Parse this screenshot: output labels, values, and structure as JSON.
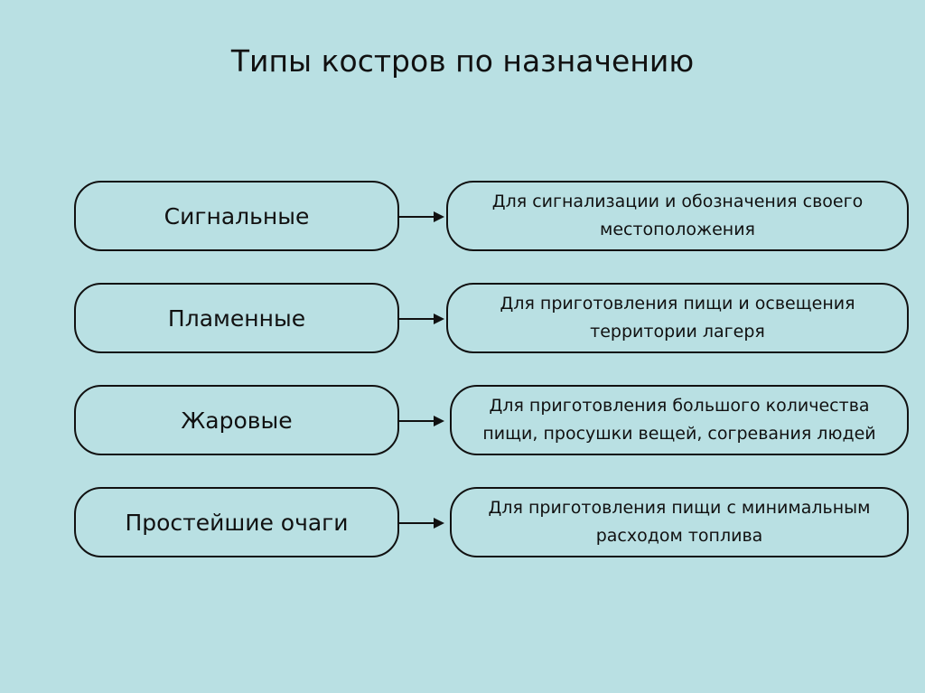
{
  "title": "Типы костров по назначению",
  "rows": [
    {
      "type": "Сигнальные",
      "purpose": "Для сигнализации и обозначения своего местоположения"
    },
    {
      "type": "Пламенные",
      "purpose": "Для приготовления пищи и освещения территории лагеря"
    },
    {
      "type": "Жаровые",
      "purpose": "Для приготовления большого количества пищи, просушки вещей, согревания людей"
    },
    {
      "type": "Простейшие очаги",
      "purpose": "Для приготовления пищи с минимальным расходом топлива"
    }
  ]
}
